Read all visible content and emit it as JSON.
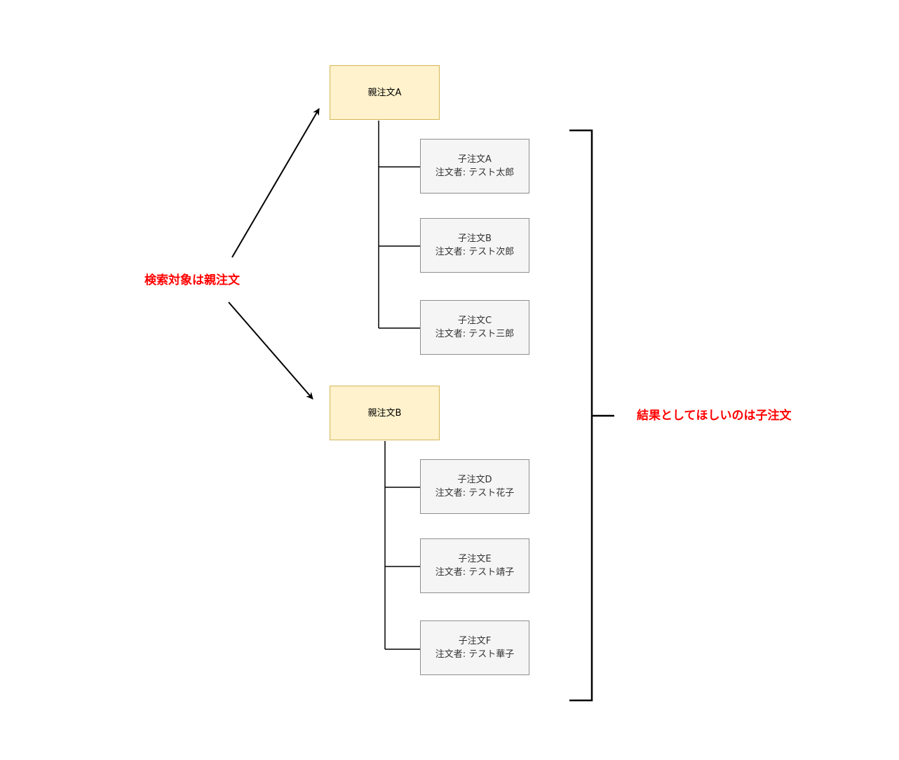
{
  "colors": {
    "note": "#ff0000",
    "line": "#000000",
    "parent_fill": "#fff2cc",
    "parent_border": "#d6b656",
    "child_fill": "#f5f5f5",
    "child_border": "#8f8f8f",
    "child_text": "#333333"
  },
  "notes": {
    "search_target": "検索対象は親注文",
    "desired_result": "結果としてほしいのは子注文"
  },
  "parents": [
    {
      "label": "親注文A"
    },
    {
      "label": "親注文B"
    }
  ],
  "children": [
    {
      "title": "子注文A",
      "orderer": "注文者: テスト太郎"
    },
    {
      "title": "子注文B",
      "orderer": "注文者: テスト次郎"
    },
    {
      "title": "子注文C",
      "orderer": "注文者: テスト三郎"
    },
    {
      "title": "子注文D",
      "orderer": "注文者: テスト花子"
    },
    {
      "title": "子注文E",
      "orderer": "注文者: テスト靖子"
    },
    {
      "title": "子注文F",
      "orderer": "注文者: テスト華子"
    }
  ]
}
